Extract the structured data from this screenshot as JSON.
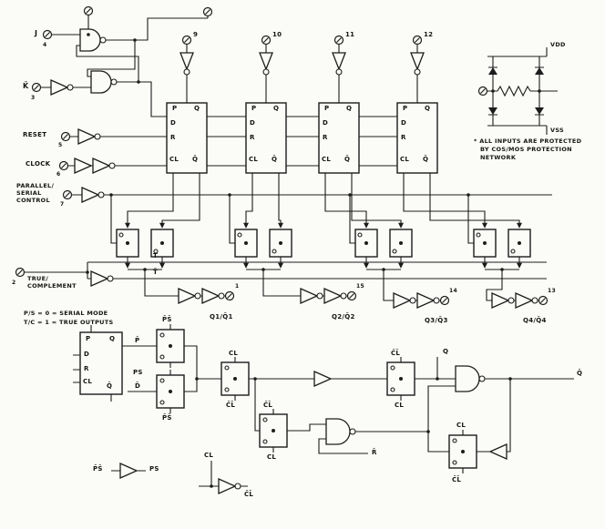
{
  "inputs": {
    "j": "J",
    "j_pin": "4",
    "k": "K̄",
    "k_pin": "3",
    "reset": "RESET",
    "reset_pin": "5",
    "clock": "CLOCK",
    "clock_pin": "6",
    "ps_line1": "PARALLEL/",
    "ps_line2": "SERIAL",
    "ps_line3": "CONTROL",
    "ps_pin": "7",
    "tc_line1": "TRUE/",
    "tc_line2": "COMPLEMENT",
    "tc_pin": "2",
    "t": "T",
    "t_bar": "T̄"
  },
  "parallel_inputs": {
    "pins": [
      "9",
      "10",
      "11",
      "12"
    ]
  },
  "flip_flop": {
    "p": "P",
    "q": "Q",
    "d": "D",
    "r": "R",
    "cl": "CL",
    "q_bar": "Q̄"
  },
  "outputs": [
    {
      "label": "Q1/Q̄1",
      "pin": "1"
    },
    {
      "label": "Q2/Q̄2",
      "pin": "15"
    },
    {
      "label": "Q3/Q̄3",
      "pin": "14"
    },
    {
      "label": "Q4/Q̄4",
      "pin": "13"
    }
  ],
  "protection": {
    "vdd": "VDD",
    "vss": "VSS",
    "note_line1": "* ALL INPUTS ARE PROTECTED",
    "note_line2": "BY COS/MOS PROTECTION",
    "note_line3": "NETWORK"
  },
  "mode_note": {
    "line1": "P/S = 0 = SERIAL MODE",
    "line2": "T/C = 1 = TRUE OUTPUTS"
  },
  "detail": {
    "ps_bar_top": "P̄S̄",
    "p_in": "P̄",
    "ps_mid": "PS",
    "d_in": "D̄",
    "ps_bar_bottom": "P̄S̄",
    "tg1_top": "CL",
    "tg1_bottom": "C̄L̄",
    "tg2_top": "C̄L̄",
    "tg2_bottom": "CL",
    "tg3_top": "C̄L̄",
    "tg3_bottom": "CL",
    "tg4_top": "CL",
    "tg4_bottom": "C̄L̄",
    "q_out": "Q",
    "q_bar_out": "Q̄",
    "r_bar": "R̄"
  },
  "mini_legend": {
    "ps_bar": "P̄S̄",
    "ps": "PS",
    "cl_in": "CL",
    "cl_bar_out": "C̄L̄"
  }
}
